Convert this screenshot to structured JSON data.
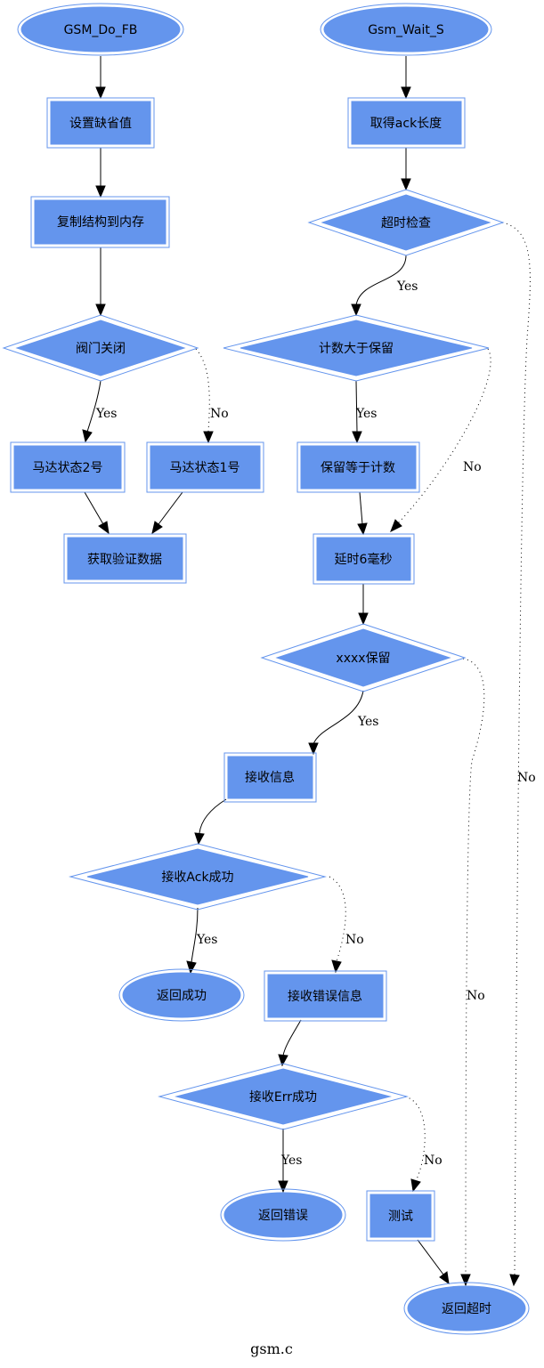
{
  "diagram": {
    "caption": "gsm.c",
    "edge_labels": {
      "yes": "Yes",
      "no": "No"
    },
    "nodes": {
      "gsm_do_fb": "GSM_Do_FB",
      "set_defaults": "设置缺省值",
      "copy_struct": "复制结构到内存",
      "valve_closed": "阀门关闭",
      "motor_state_2": "马达状态2号",
      "motor_state_1": "马达状态1号",
      "get_verify_data": "获取验证数据",
      "gsm_wait_s": "Gsm_Wait_S",
      "get_ack_length": "取得ack长度",
      "timeout_check": "超时检查",
      "count_gt_reserve": "计数大于保留",
      "reserve_eq_count": "保留等于计数",
      "delay_6ms": "延时6毫秒",
      "xxxx_reserve": "xxxx保留",
      "receive_info": "接收信息",
      "receive_ack_ok": "接收Ack成功",
      "return_success": "返回成功",
      "receive_error_info": "接收错误信息",
      "receive_err_ok": "接收Err成功",
      "return_error": "返回错误",
      "test": "测试",
      "return_timeout": "返回超时"
    }
  }
}
